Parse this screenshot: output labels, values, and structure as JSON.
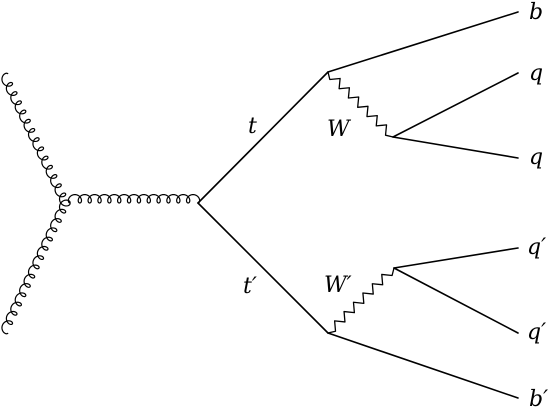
{
  "labels": {
    "t": "t",
    "t_prime": "t′",
    "W": "W",
    "W_prime": "W′",
    "b": "b",
    "q1": "q",
    "q2": "q",
    "q_prime1": "q′",
    "q_prime2": "q′",
    "b_prime": "b′"
  }
}
